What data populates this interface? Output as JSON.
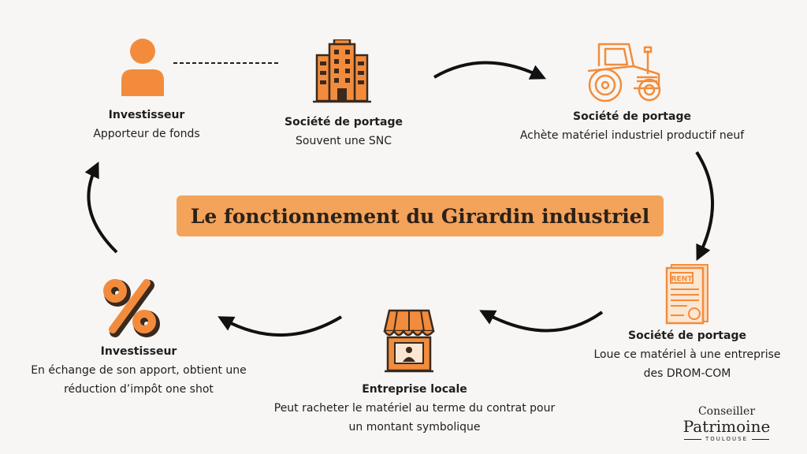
{
  "title": "Le fonctionnement du Girardin industriel",
  "nodes": {
    "investor_top": {
      "title": "Investisseur",
      "desc": "Apporteur de fonds",
      "icon": "person-icon"
    },
    "portage_snc": {
      "title": "Société de portage",
      "desc": "Souvent une SNC",
      "icon": "building-icon"
    },
    "portage_buys": {
      "title": "Société de portage",
      "desc": "Achète matériel industriel productif neuf",
      "icon": "tractor-icon"
    },
    "portage_rents": {
      "title": "Société de portage",
      "desc_line1": "Loue ce matériel à une entreprise",
      "desc_line2": "des DROM-COM",
      "icon": "rent-document-icon"
    },
    "local_company": {
      "title": "Entreprise locale",
      "desc_line1": "Peut racheter le matériel au terme du contrat pour",
      "desc_line2": "un montant symbolique",
      "icon": "shop-icon"
    },
    "investor_bottom": {
      "title": "Investisseur",
      "desc_line1": "En échange de son apport, obtient une",
      "desc_line2": "réduction d’impôt one shot",
      "icon": "percent-icon"
    }
  },
  "brand": {
    "line1": "Conseiller",
    "line2": "Patrimoine",
    "line3": "TOULOUSE"
  },
  "colors": {
    "accent": "#f4a35b",
    "icon_orange": "#f28c3c",
    "outline": "#3a2a1e",
    "arrow": "#111111",
    "background": "#f7f6f4"
  }
}
